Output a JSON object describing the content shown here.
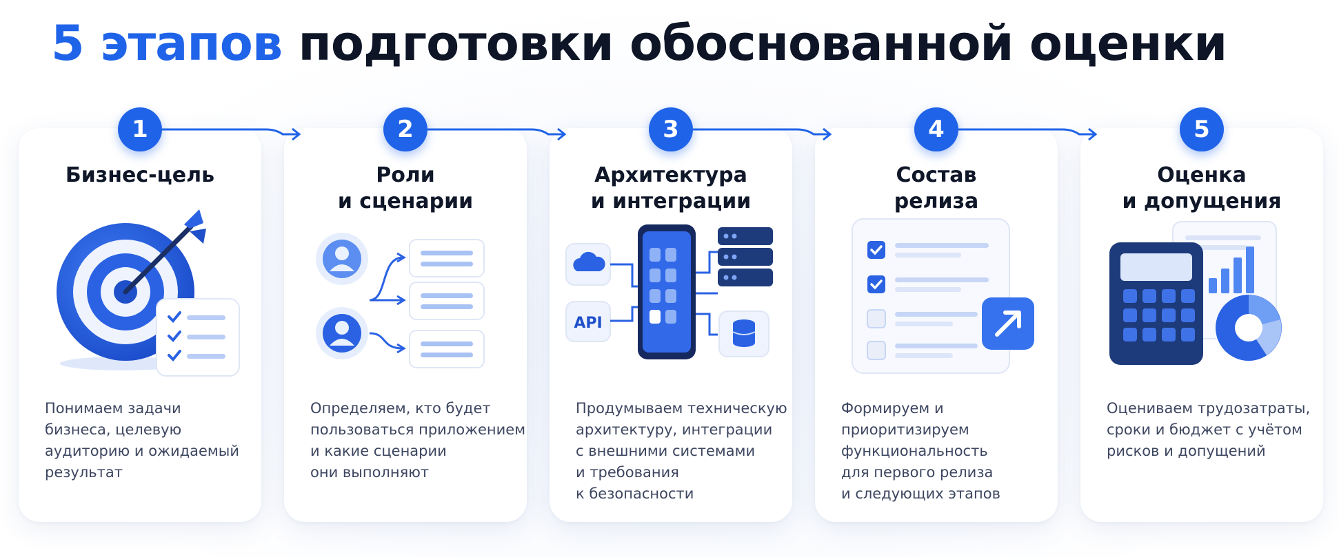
{
  "title": {
    "accent": "5 этапов",
    "rest": "подготовки обоснованной оценки"
  },
  "steps": [
    {
      "number": "1",
      "title": [
        "Бизнес-цель"
      ],
      "description": [
        "Понимаем задачи",
        "бизнеса, целевую",
        "аудиторию и ожидаемый",
        "результат"
      ],
      "illustration": "target-with-checklist"
    },
    {
      "number": "2",
      "title": [
        "Роли",
        "и сценарии"
      ],
      "description": [
        "Определяем, кто будет",
        "пользоваться приложением",
        "и какие сценарии",
        "они выполняют"
      ],
      "illustration": "users-to-scenarios"
    },
    {
      "number": "3",
      "title": [
        "Архитектура",
        "и интеграции"
      ],
      "description": [
        "Продумываем техническую",
        "архитектуру, интеграции",
        "с внешними системами",
        "и требования",
        "к безопасности"
      ],
      "illustration": "phone-cloud-api-servers",
      "api_label": "API"
    },
    {
      "number": "4",
      "title": [
        "Состав",
        "релиза"
      ],
      "description": [
        "Формируем и",
        "приоритизируем",
        "функциональность",
        "для первого релиза",
        "и следующих этапов"
      ],
      "illustration": "checklist-release"
    },
    {
      "number": "5",
      "title": [
        "Оценка",
        "и допущения"
      ],
      "description": [
        "Оцениваем трудозатраты,",
        "сроки и бюджет с учётом",
        "рисков и допущений"
      ],
      "illustration": "calculator-charts"
    }
  ],
  "colors": {
    "accent": "#1f63e8",
    "dark": "#0f1729",
    "text": "#3d4660",
    "navy": "#1d3a7a"
  }
}
